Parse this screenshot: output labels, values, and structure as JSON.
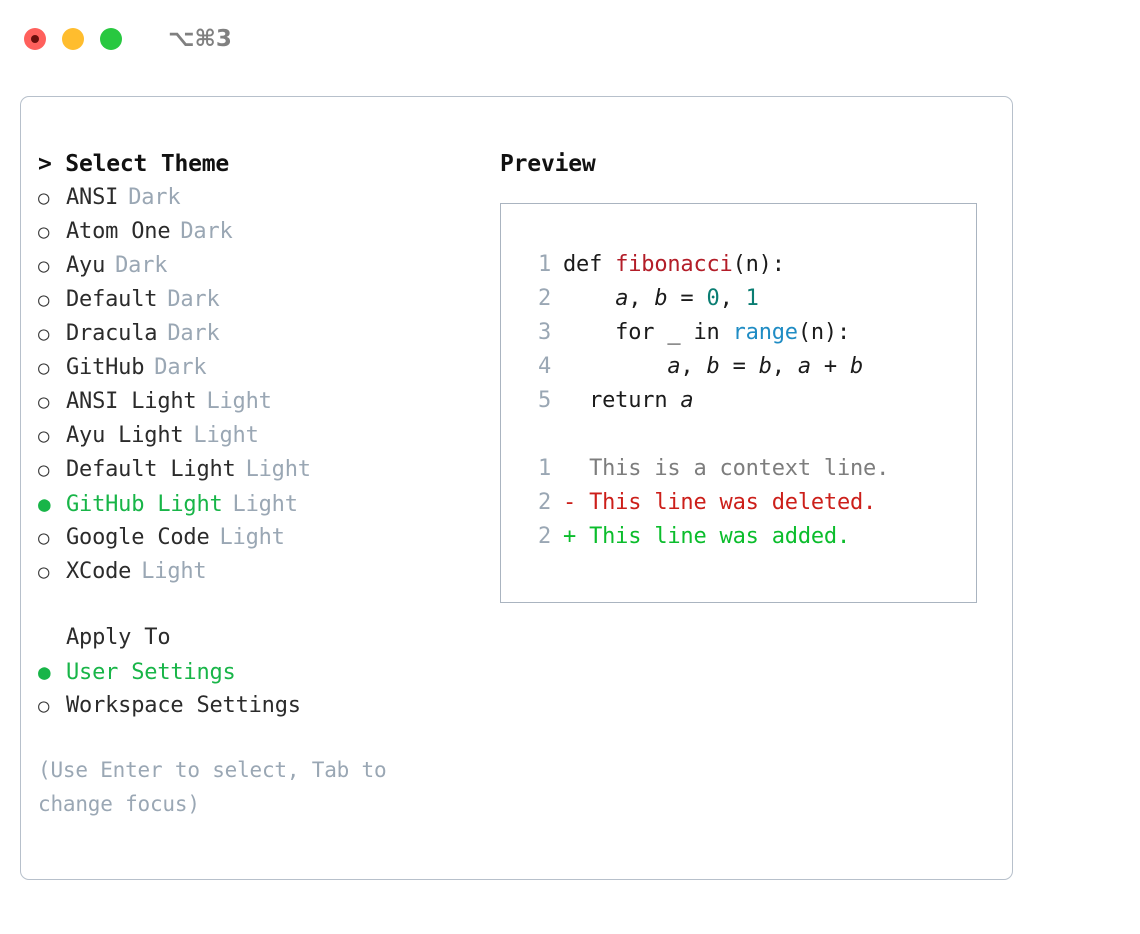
{
  "titlebar": {
    "shortcut": "⌥⌘3",
    "buttons": [
      {
        "name": "close",
        "color": "#ff605c"
      },
      {
        "name": "minimize",
        "color": "#ffbd2e"
      },
      {
        "name": "zoom",
        "color": "#28c840"
      }
    ]
  },
  "theme_picker": {
    "heading": "> Select Theme",
    "marker_off": "○",
    "marker_on": "●",
    "selected_color": "#18b548",
    "items": [
      {
        "marker": "○",
        "label": "ANSI",
        "tag": "Dark",
        "selected": false
      },
      {
        "marker": "○",
        "label": "Atom One",
        "tag": "Dark",
        "selected": false
      },
      {
        "marker": "○",
        "label": "Ayu",
        "tag": "Dark",
        "selected": false
      },
      {
        "marker": "○",
        "label": "Default",
        "tag": "Dark",
        "selected": false
      },
      {
        "marker": "○",
        "label": "Dracula",
        "tag": "Dark",
        "selected": false
      },
      {
        "marker": "○",
        "label": "GitHub",
        "tag": "Dark",
        "selected": false
      },
      {
        "marker": "○",
        "label": "ANSI Light",
        "tag": "Light",
        "selected": false
      },
      {
        "marker": "○",
        "label": "Ayu Light",
        "tag": "Light",
        "selected": false
      },
      {
        "marker": "○",
        "label": "Default Light",
        "tag": "Light",
        "selected": false
      },
      {
        "marker": "●",
        "label": "GitHub Light",
        "tag": "Light",
        "selected": true
      },
      {
        "marker": "○",
        "label": "Google Code",
        "tag": "Light",
        "selected": false
      },
      {
        "marker": "○",
        "label": "XCode",
        "tag": "Light",
        "selected": false
      }
    ]
  },
  "apply_to": {
    "heading": "Apply To",
    "items": [
      {
        "marker": "●",
        "label": "User Settings",
        "selected": true
      },
      {
        "marker": "○",
        "label": "Workspace Settings",
        "selected": false
      }
    ]
  },
  "hint": "(Use Enter to select, Tab to change focus)",
  "preview": {
    "title": "Preview",
    "code_lines": [
      {
        "num": "1",
        "segments": [
          {
            "text": "def ",
            "token": "plain"
          },
          {
            "text": "fibonacci",
            "token": "fn"
          },
          {
            "text": "(n):",
            "token": "plain"
          }
        ]
      },
      {
        "num": "2",
        "segments": [
          {
            "text": "    ",
            "token": "plain"
          },
          {
            "text": "a",
            "token": "var"
          },
          {
            "text": ", ",
            "token": "plain"
          },
          {
            "text": "b",
            "token": "var"
          },
          {
            "text": " = ",
            "token": "plain"
          },
          {
            "text": "0",
            "token": "num"
          },
          {
            "text": ", ",
            "token": "plain"
          },
          {
            "text": "1",
            "token": "num"
          }
        ]
      },
      {
        "num": "3",
        "segments": [
          {
            "text": "    for ",
            "token": "plain"
          },
          {
            "text": "_",
            "token": "plain"
          },
          {
            "text": " in ",
            "token": "plain"
          },
          {
            "text": "range",
            "token": "call"
          },
          {
            "text": "(n):",
            "token": "plain"
          }
        ]
      },
      {
        "num": "4",
        "segments": [
          {
            "text": "        ",
            "token": "plain"
          },
          {
            "text": "a",
            "token": "var"
          },
          {
            "text": ", ",
            "token": "plain"
          },
          {
            "text": "b",
            "token": "var"
          },
          {
            "text": " = ",
            "token": "plain"
          },
          {
            "text": "b",
            "token": "var"
          },
          {
            "text": ", ",
            "token": "plain"
          },
          {
            "text": "a",
            "token": "var"
          },
          {
            "text": " + ",
            "token": "plain"
          },
          {
            "text": "b",
            "token": "var"
          }
        ]
      },
      {
        "num": "5",
        "segments": [
          {
            "text": "  return ",
            "token": "plain"
          },
          {
            "text": "a",
            "token": "var"
          }
        ]
      }
    ],
    "diff_lines": [
      {
        "num": "1",
        "sign": " ",
        "text": "This is a context line.",
        "kind": "context"
      },
      {
        "num": "2",
        "sign": "-",
        "text": "This line was deleted.",
        "kind": "deleted"
      },
      {
        "num": "2",
        "sign": "+",
        "text": "This line was added.",
        "kind": "added"
      }
    ],
    "colors": {
      "function": "#b31d28",
      "number": "#0a7d72",
      "builtin": "#1f8cc4",
      "context": "#7d7d7d",
      "deleted": "#cc1f1a",
      "added": "#0bbd2c",
      "line_number": "#9aa7b4"
    }
  }
}
